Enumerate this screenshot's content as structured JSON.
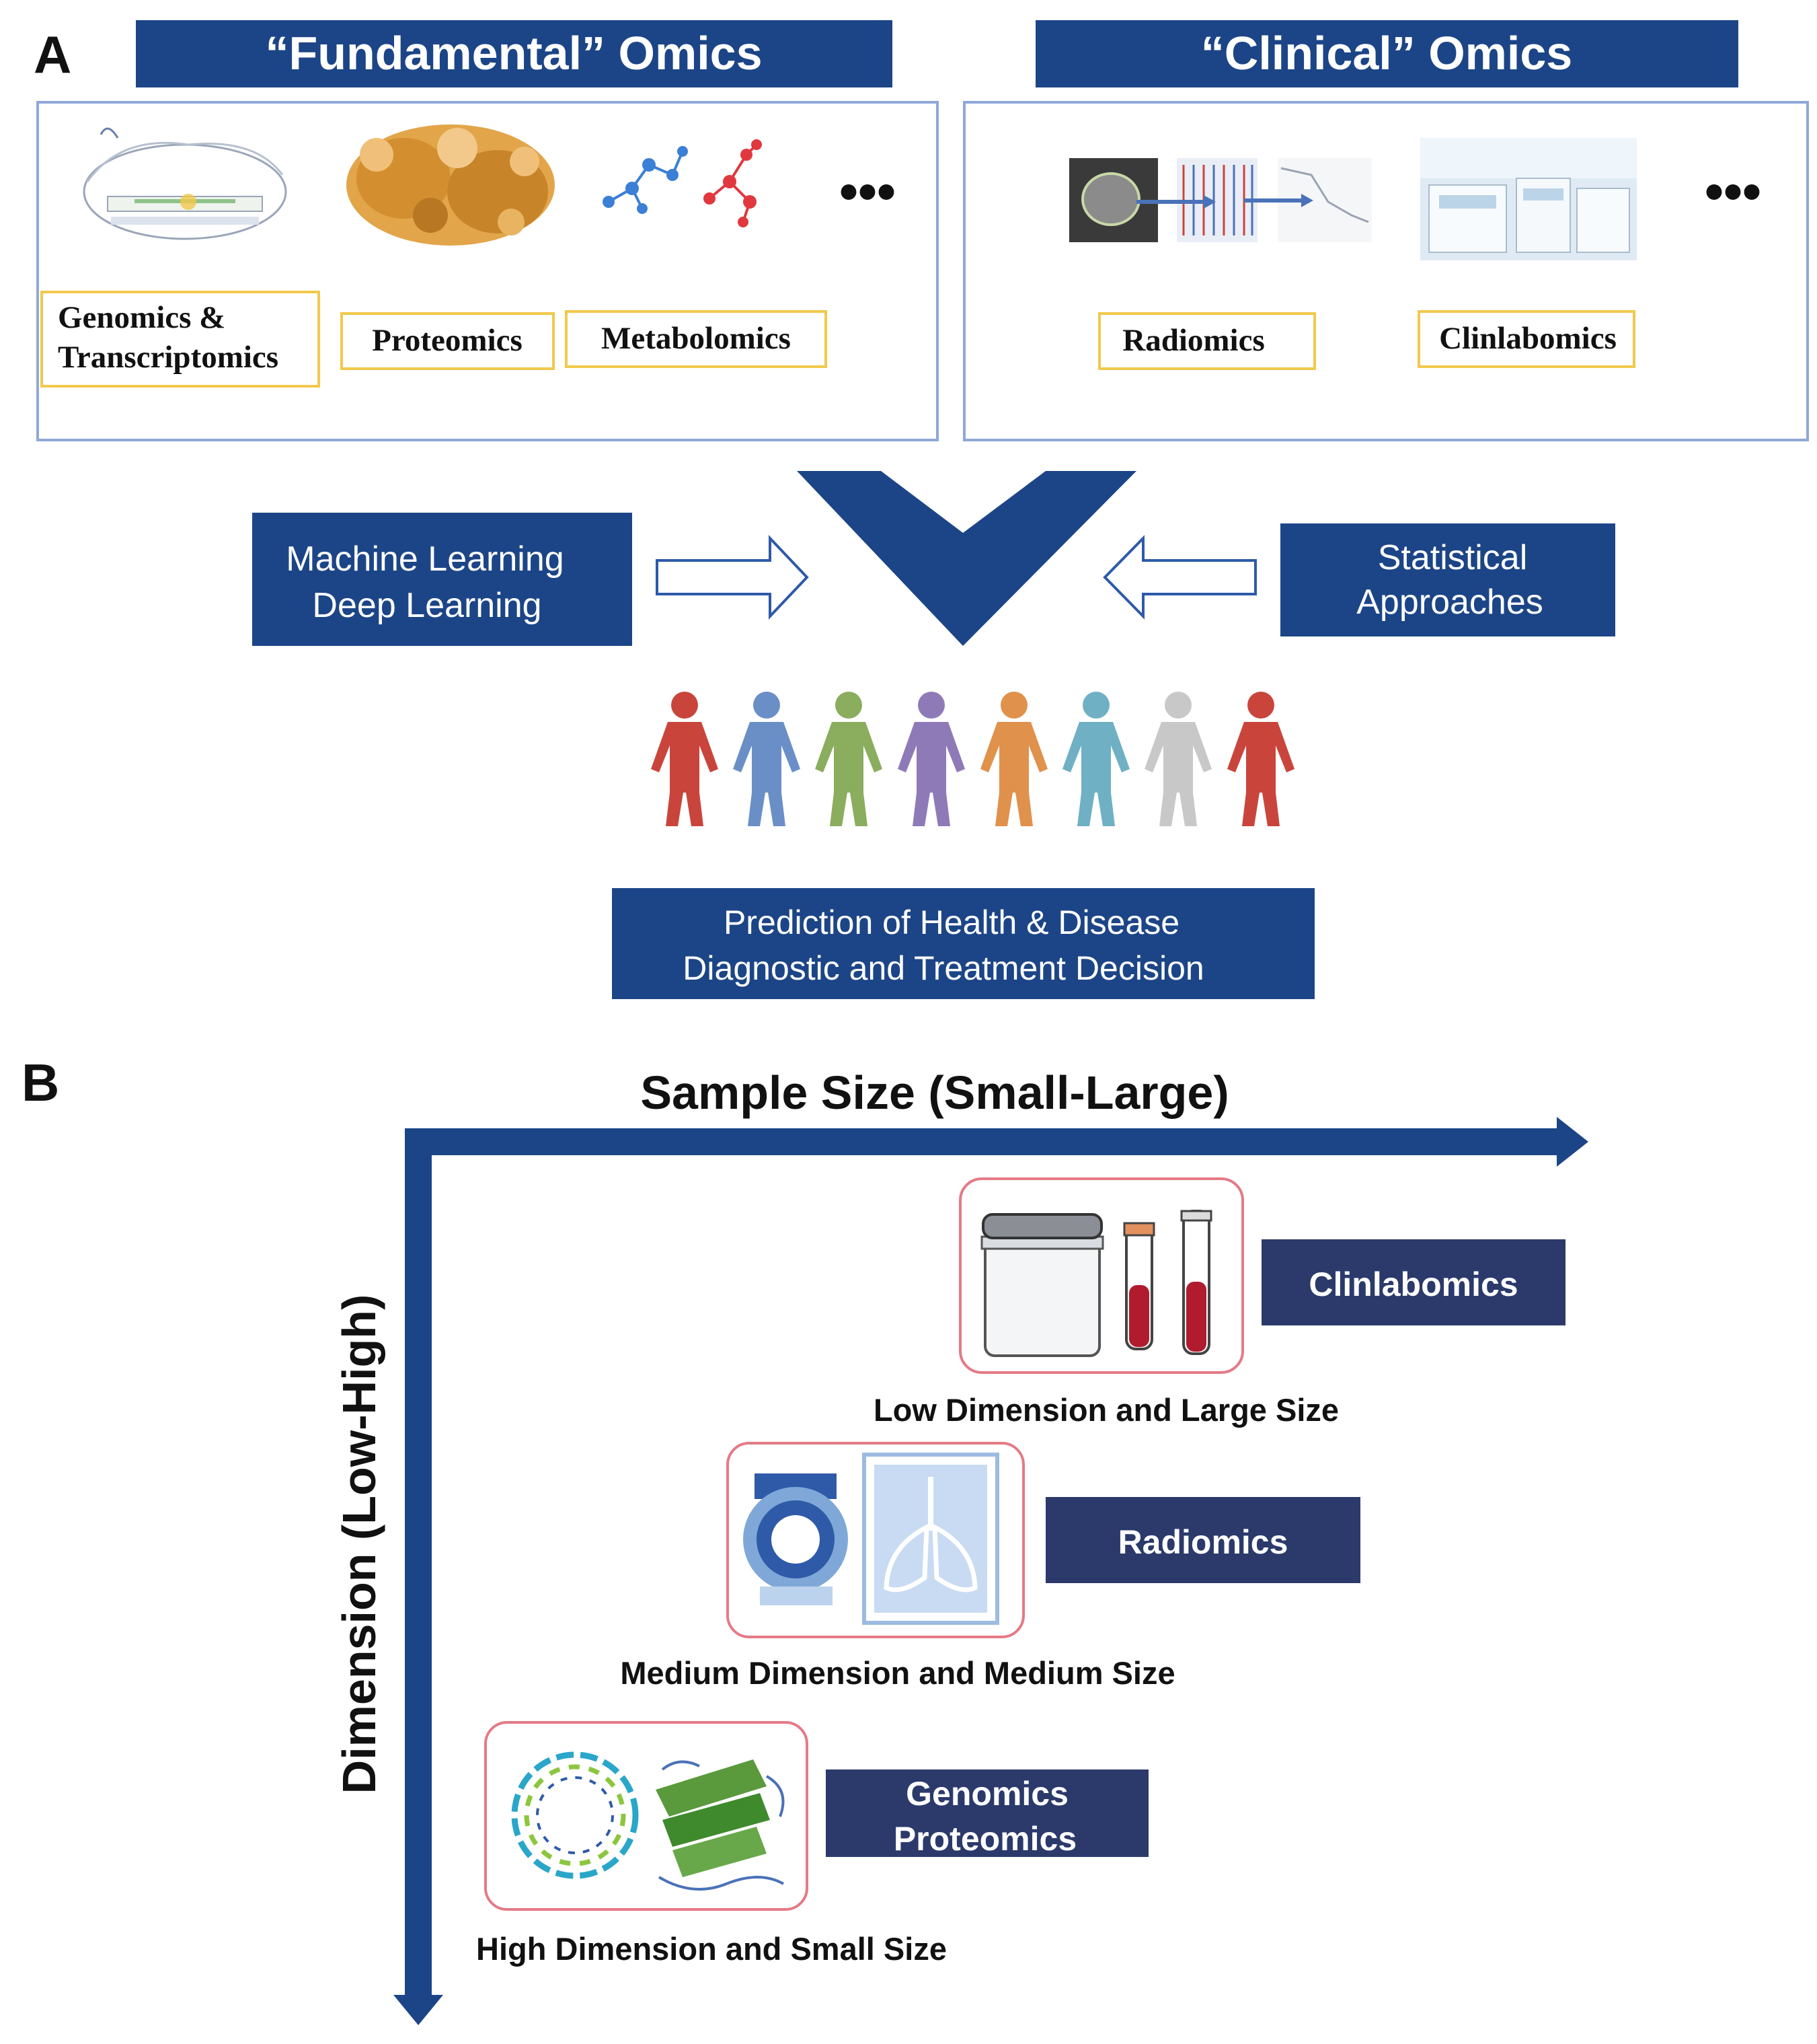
{
  "panel_a": {
    "letter": "A",
    "fundamental": {
      "title": "“Fundamental” Omics",
      "labels": {
        "genomics_line1": "Genomics &",
        "genomics_line2": "Transcriptomics",
        "proteomics": "Proteomics",
        "metabolomics": "Metabolomics"
      },
      "more": "•••"
    },
    "clinical": {
      "title": "“Clinical” Omics",
      "labels": {
        "radiomics": "Radiomics",
        "clinlabomics": "Clinlabomics"
      },
      "more": "•••"
    },
    "methods": {
      "ml_line1": "Machine Learning",
      "ml_line2": "Deep Learning",
      "stat_line1": "Statistical",
      "stat_line2": "Approaches"
    },
    "people_colors": [
      "#c9453c",
      "#6a8fc7",
      "#8aad5e",
      "#8f7ab8",
      "#e0914c",
      "#6fb0c4",
      "#c8c8c8",
      "#c9453c"
    ],
    "outcome": {
      "line1": "Prediction of Health & Disease",
      "line2": "Diagnostic and Treatment Decision"
    }
  },
  "panel_b": {
    "letter": "B",
    "x_axis": "Sample  Size (Small-Large)",
    "y_axis": "Dimension (Low-High)",
    "items": {
      "clinlabomics": {
        "label": "Clinlabomics",
        "caption": "Low Dimension and Large Size"
      },
      "radiomics": {
        "label": "Radiomics",
        "caption": "Medium Dimension and Medium Size"
      },
      "genomics": {
        "label_line1": "Genomics",
        "label_line2": "Proteomics",
        "caption": "High Dimension and Small Size"
      }
    }
  },
  "colors": {
    "navy": "#1c4587",
    "navy_dark": "#2b3a6b",
    "gold": "#f2c94c",
    "pink": "#e57a86",
    "light_border": "#8fa8d8"
  }
}
